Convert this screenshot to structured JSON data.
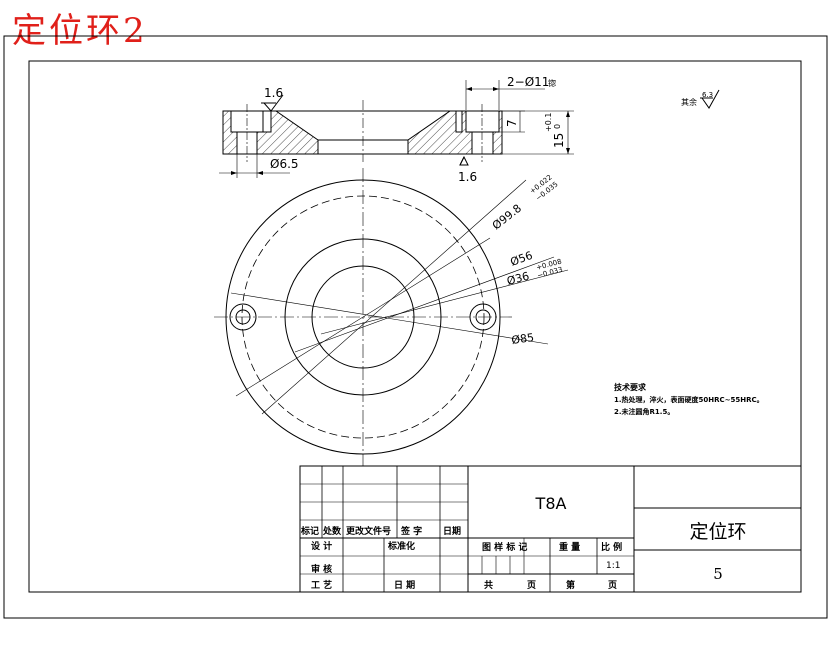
{
  "page_title": "定位环2",
  "roughness_note": {
    "label": "其余",
    "value": "6.3"
  },
  "section_view": {
    "roughness_top": "1.6",
    "roughness_bottom": "1.6",
    "holes_dim": "2−Ø11",
    "holes_suffix": "锪",
    "counterbore_dim": "7",
    "thickness_dim": "15",
    "thickness_tol_upper": "+0.1",
    "thickness_tol_lower": "0",
    "bore_dim": "Ø6.5"
  },
  "plan_view": {
    "dim_outer": "Ø99.8",
    "dim_outer_tol_upper": "+0.022",
    "dim_outer_tol_lower": "−0.035",
    "dim_mid": "Ø56",
    "dim_inner": "Ø36",
    "dim_inner_tol_upper": "+0.008",
    "dim_inner_tol_lower": "−0.033",
    "dim_bolt_circle": "Ø85"
  },
  "tech_requirements": {
    "title": "技术要求",
    "lines": [
      "1.热处理，淬火，表面硬度50HRC~55HRC。",
      "2.未注圆角R1.5。"
    ]
  },
  "title_block": {
    "material": "T8A",
    "part_name": "定位环",
    "drawing_no": "5",
    "rev_headers": [
      "标记",
      "处数",
      "更改文件号",
      "签 字",
      "日期"
    ],
    "role_design": "设 计",
    "role_standard": "标准化",
    "role_review": "审 核",
    "role_process": "工 艺",
    "role_date": "日 期",
    "stage_label": "图 样 标 记",
    "weight_label": "重 量",
    "scale_label": "比 例",
    "scale_value": "1:1",
    "sheets_total": "共",
    "sheets_page": "页",
    "sheet_no": "第",
    "sheet_page": "页"
  }
}
